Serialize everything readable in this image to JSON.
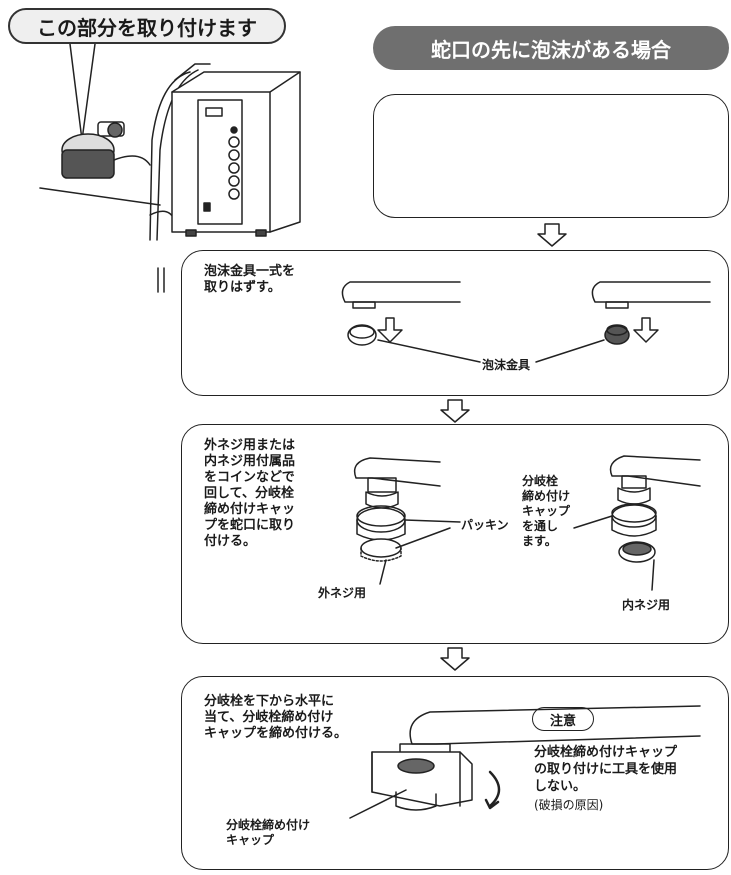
{
  "header": {
    "callout": "この部分を取り付けます",
    "case_title": "蛇口の先に泡沫がある場合"
  },
  "step1": {
    "instruction": [
      "泡沫金具一式を",
      "取りはずす。"
    ],
    "part_label": "泡沫金具"
  },
  "step2": {
    "instruction": [
      "外ネジ用または",
      "内ネジ用付属品",
      "をコインなどで",
      "回して、分岐栓",
      "締め付けキャッ",
      "プを蛇口に取り",
      "付ける。"
    ],
    "packing_label": "パッキン",
    "cap_note": [
      "分岐栓",
      "締め付け",
      "キャップ",
      "を通し",
      "ます。"
    ],
    "outer_label": "外ネジ用",
    "inner_label": "内ネジ用"
  },
  "step3": {
    "instruction": [
      "分岐栓を下から水平に",
      "当て、分岐栓締め付け",
      "キャップを締め付ける。"
    ],
    "cap_label": [
      "分岐栓締め付け",
      "キャップ"
    ],
    "caution_badge": "注意",
    "caution_text": [
      "分岐栓締め付けキャップ",
      "の取り付けに工具を使用",
      "しない。"
    ],
    "caution_reason": "(破損の原因)"
  }
}
